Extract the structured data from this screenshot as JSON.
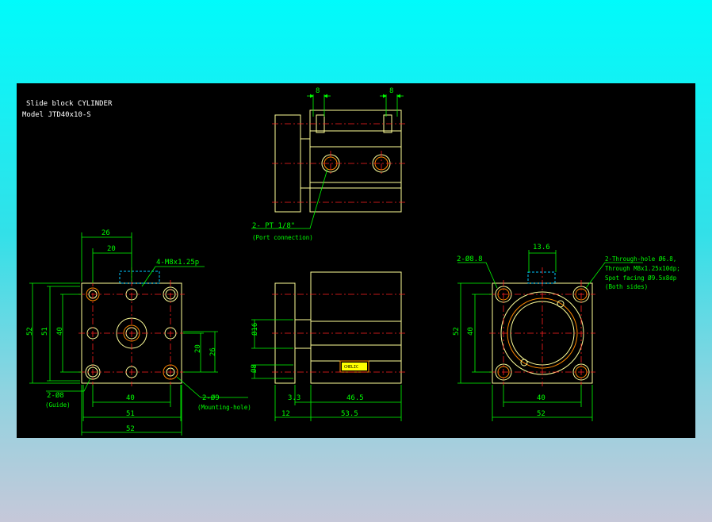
{
  "title": {
    "line1": "Slide block CYLINDER",
    "line2": "Model  JTD40x10-S"
  },
  "colors": {
    "background_top": "#00fbfb",
    "background_bottom": "#c6c8d9",
    "drawing_bg": "#000000",
    "outline": "#ffff99",
    "dimension": "#00ff00",
    "centerline": "#ff2020",
    "hidden": "#00c8ff",
    "text": "#ffffff"
  },
  "top_view": {
    "dim_left": "8",
    "dim_right": "8",
    "port_label": "2-  PT 1/8\"",
    "port_sub": "(Port connection)"
  },
  "left_view": {
    "dim_26": "26",
    "dim_20": "20",
    "thread_label": "4-M8x1.25p",
    "dim_52": "52",
    "dim_51": "51",
    "dim_40": "40",
    "dim_20_right": "20",
    "dim_26_right": "26",
    "guide_label": "2-Ø8",
    "guide_sub": "(Guide)",
    "mount_label": "2-Ø9",
    "mount_sub": "(Mounting-hole)",
    "dim_40_bottom": "40",
    "dim_51_bottom": "51",
    "dim_52_bottom": "52"
  },
  "side_view": {
    "dim_16": "Ø16",
    "dim_8": "Ø8",
    "dim_3_3": "3.3",
    "dim_46_5": "46.5",
    "dim_12": "12",
    "dim_53_5": "53.5",
    "label_plate": "CHELIC"
  },
  "right_view": {
    "hole_label": "2-Ø8.8",
    "dim_13_6": "13.6",
    "through_line1": "2-Through-hole Ø6.8,",
    "through_line2": "Through M8x1.25x10dp;",
    "through_line3": "Spot facing Ø9.5x8dp",
    "through_line4": "(Both sides)",
    "dim_52": "52",
    "dim_40": "40",
    "dim_40_bottom": "40",
    "dim_52_bottom": "52"
  }
}
